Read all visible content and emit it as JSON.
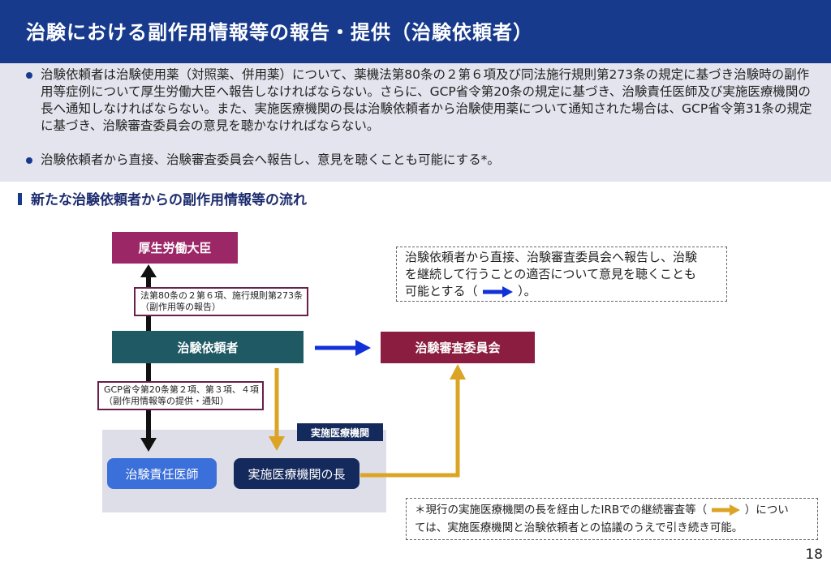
{
  "header": {
    "title": "治験における副作用情報等の報告・提供（治験依頼者）"
  },
  "intro": {
    "bullets": [
      "治験依頼者は治験使用薬（対照薬、併用薬）について、薬機法第80条の２第６項及び同法施行規則第273条の規定に基づき治験時の副作用等症例について厚生労働大臣へ報告しなければならない。さらに、GCP省令第20条の規定に基づき、治験責任医師及び実施医療機関の長へ通知しなければならない。また、実施医療機関の長は治験依頼者から治験使用薬について通知された場合は、GCP省令第31条の規定に基づき、治験審査委員会の意見を聴かなければならない。",
      "治験依頼者から直接、治験審査委員会へ報告し、意見を聴くことも可能にする*。"
    ]
  },
  "section": {
    "title": "新たな治験依頼者からの副作用情報等の流れ"
  },
  "diagram": {
    "minister": "厚生労働大臣",
    "sponsor": "治験依頼者",
    "irb": "治験審査委員会",
    "investigator": "治験責任医師",
    "site_head": "実施医療機関の長",
    "site_label": "実施医療機関",
    "note_minister_line1": "法第80条の２第６項、施行規則第273条",
    "note_minister_line2": "（副作用等の報告）",
    "note_gcp_line1": "GCP省令第20条第２項、第３項、４項",
    "note_gcp_line2": "（副作用情報等の提供・通知）",
    "callout_blue_line1": "治験依頼者から直接、治験審査委員会へ報告し、治験",
    "callout_blue_line2": "を継続して行うことの適否について意見を聴くことも",
    "callout_blue_prefix": "可能とする（",
    "callout_blue_suffix": "）。",
    "footnote_prefix": "＊現行の実施医療機関の長を経由したIRBでの継続審査等（",
    "footnote_suffix": "）につい",
    "footnote_line2": "ては、実施医療機関と治験依頼者との協議のうえで引き続き可能。"
  },
  "colors": {
    "header_bg": "#173a8c",
    "minister": "#9c2767",
    "sponsor": "#1f5a64",
    "irb": "#8b1e40",
    "investigator": "#3b6fd9",
    "site_head": "#152a5c",
    "blue_arrow": "#1030d8",
    "gold_arrow": "#dba424"
  },
  "page": {
    "number": "18"
  }
}
